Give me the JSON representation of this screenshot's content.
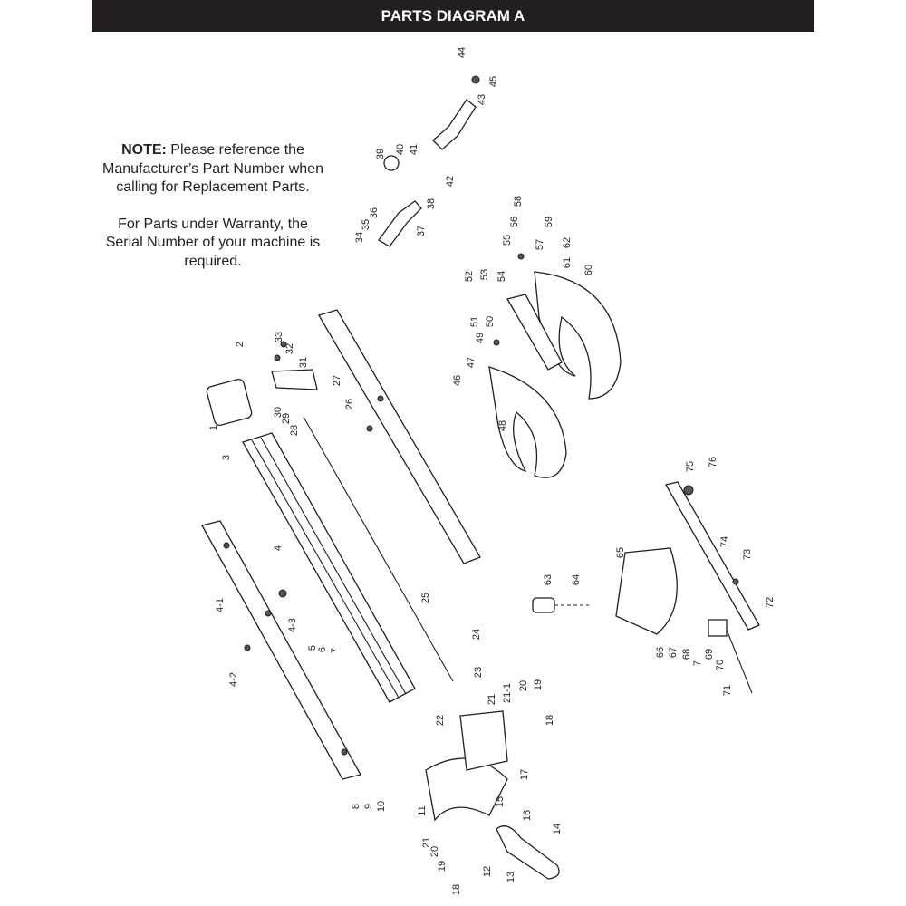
{
  "header": {
    "title": "PARTS DIAGRAM A"
  },
  "note": {
    "lead": "NOTE:",
    "line1": " Please reference the Manufacturer’s Part Number when calling for Replacement Parts.",
    "line2": "For Parts under Warranty, the Serial Number of your machine is required."
  },
  "part_labels": [
    "44",
    "45",
    "43",
    "39",
    "40",
    "41",
    "42",
    "36",
    "35",
    "34",
    "37",
    "38",
    "58",
    "56",
    "55",
    "57",
    "59",
    "61",
    "62",
    "60",
    "52",
    "53",
    "54",
    "51",
    "50",
    "49",
    "46",
    "47",
    "48",
    "2",
    "33",
    "32",
    "31",
    "27",
    "26",
    "30",
    "29",
    "28",
    "1",
    "3",
    "4",
    "4-1",
    "4-3",
    "4-2",
    "5",
    "6",
    "7",
    "25",
    "24",
    "23",
    "22",
    "21",
    "21-1",
    "20",
    "19",
    "18",
    "17",
    "15",
    "16",
    "14",
    "8",
    "9",
    "10",
    "11",
    "21",
    "20",
    "19",
    "18",
    "12",
    "13",
    "75",
    "76",
    "74",
    "73",
    "72",
    "65",
    "63",
    "64",
    "66",
    "67",
    "68",
    "7",
    "69",
    "70",
    "71"
  ]
}
